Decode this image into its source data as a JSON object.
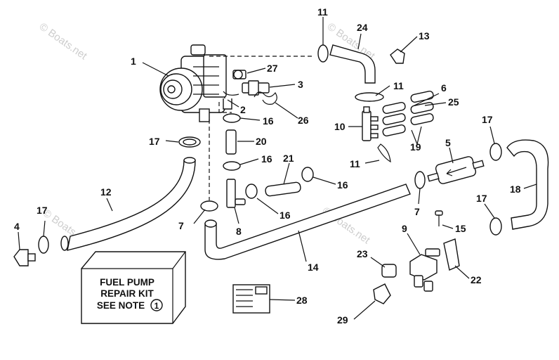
{
  "callouts": [
    {
      "id": "p1",
      "label": "1"
    },
    {
      "id": "p2",
      "label": "2"
    },
    {
      "id": "p3",
      "label": "3"
    },
    {
      "id": "p4",
      "label": "4"
    },
    {
      "id": "p5",
      "label": "5"
    },
    {
      "id": "p6",
      "label": "6"
    },
    {
      "id": "p7a",
      "label": "7"
    },
    {
      "id": "p7b",
      "label": "7"
    },
    {
      "id": "p8",
      "label": "8"
    },
    {
      "id": "p9",
      "label": "9"
    },
    {
      "id": "p10",
      "label": "10"
    },
    {
      "id": "p11a",
      "label": "11"
    },
    {
      "id": "p11b",
      "label": "11"
    },
    {
      "id": "p11c",
      "label": "11"
    },
    {
      "id": "p12",
      "label": "12"
    },
    {
      "id": "p13",
      "label": "13"
    },
    {
      "id": "p14",
      "label": "14"
    },
    {
      "id": "p15",
      "label": "15"
    },
    {
      "id": "p16a",
      "label": "16"
    },
    {
      "id": "p16b",
      "label": "16"
    },
    {
      "id": "p16c",
      "label": "16"
    },
    {
      "id": "p16d",
      "label": "16"
    },
    {
      "id": "p17a",
      "label": "17"
    },
    {
      "id": "p17b",
      "label": "17"
    },
    {
      "id": "p17c",
      "label": "17"
    },
    {
      "id": "p17d",
      "label": "17"
    },
    {
      "id": "p18",
      "label": "18"
    },
    {
      "id": "p19",
      "label": "19"
    },
    {
      "id": "p20",
      "label": "20"
    },
    {
      "id": "p21",
      "label": "21"
    },
    {
      "id": "p22",
      "label": "22"
    },
    {
      "id": "p23",
      "label": "23"
    },
    {
      "id": "p24",
      "label": "24"
    },
    {
      "id": "p25",
      "label": "25"
    },
    {
      "id": "p26",
      "label": "26"
    },
    {
      "id": "p27",
      "label": "27"
    },
    {
      "id": "p28",
      "label": "28"
    },
    {
      "id": "p29",
      "label": "29"
    }
  ],
  "kit_box": {
    "line1": "FUEL PUMP",
    "line2": "REPAIR KIT",
    "line3": "SEE NOTE",
    "note_number": "1"
  },
  "watermark": "© Boats.net"
}
